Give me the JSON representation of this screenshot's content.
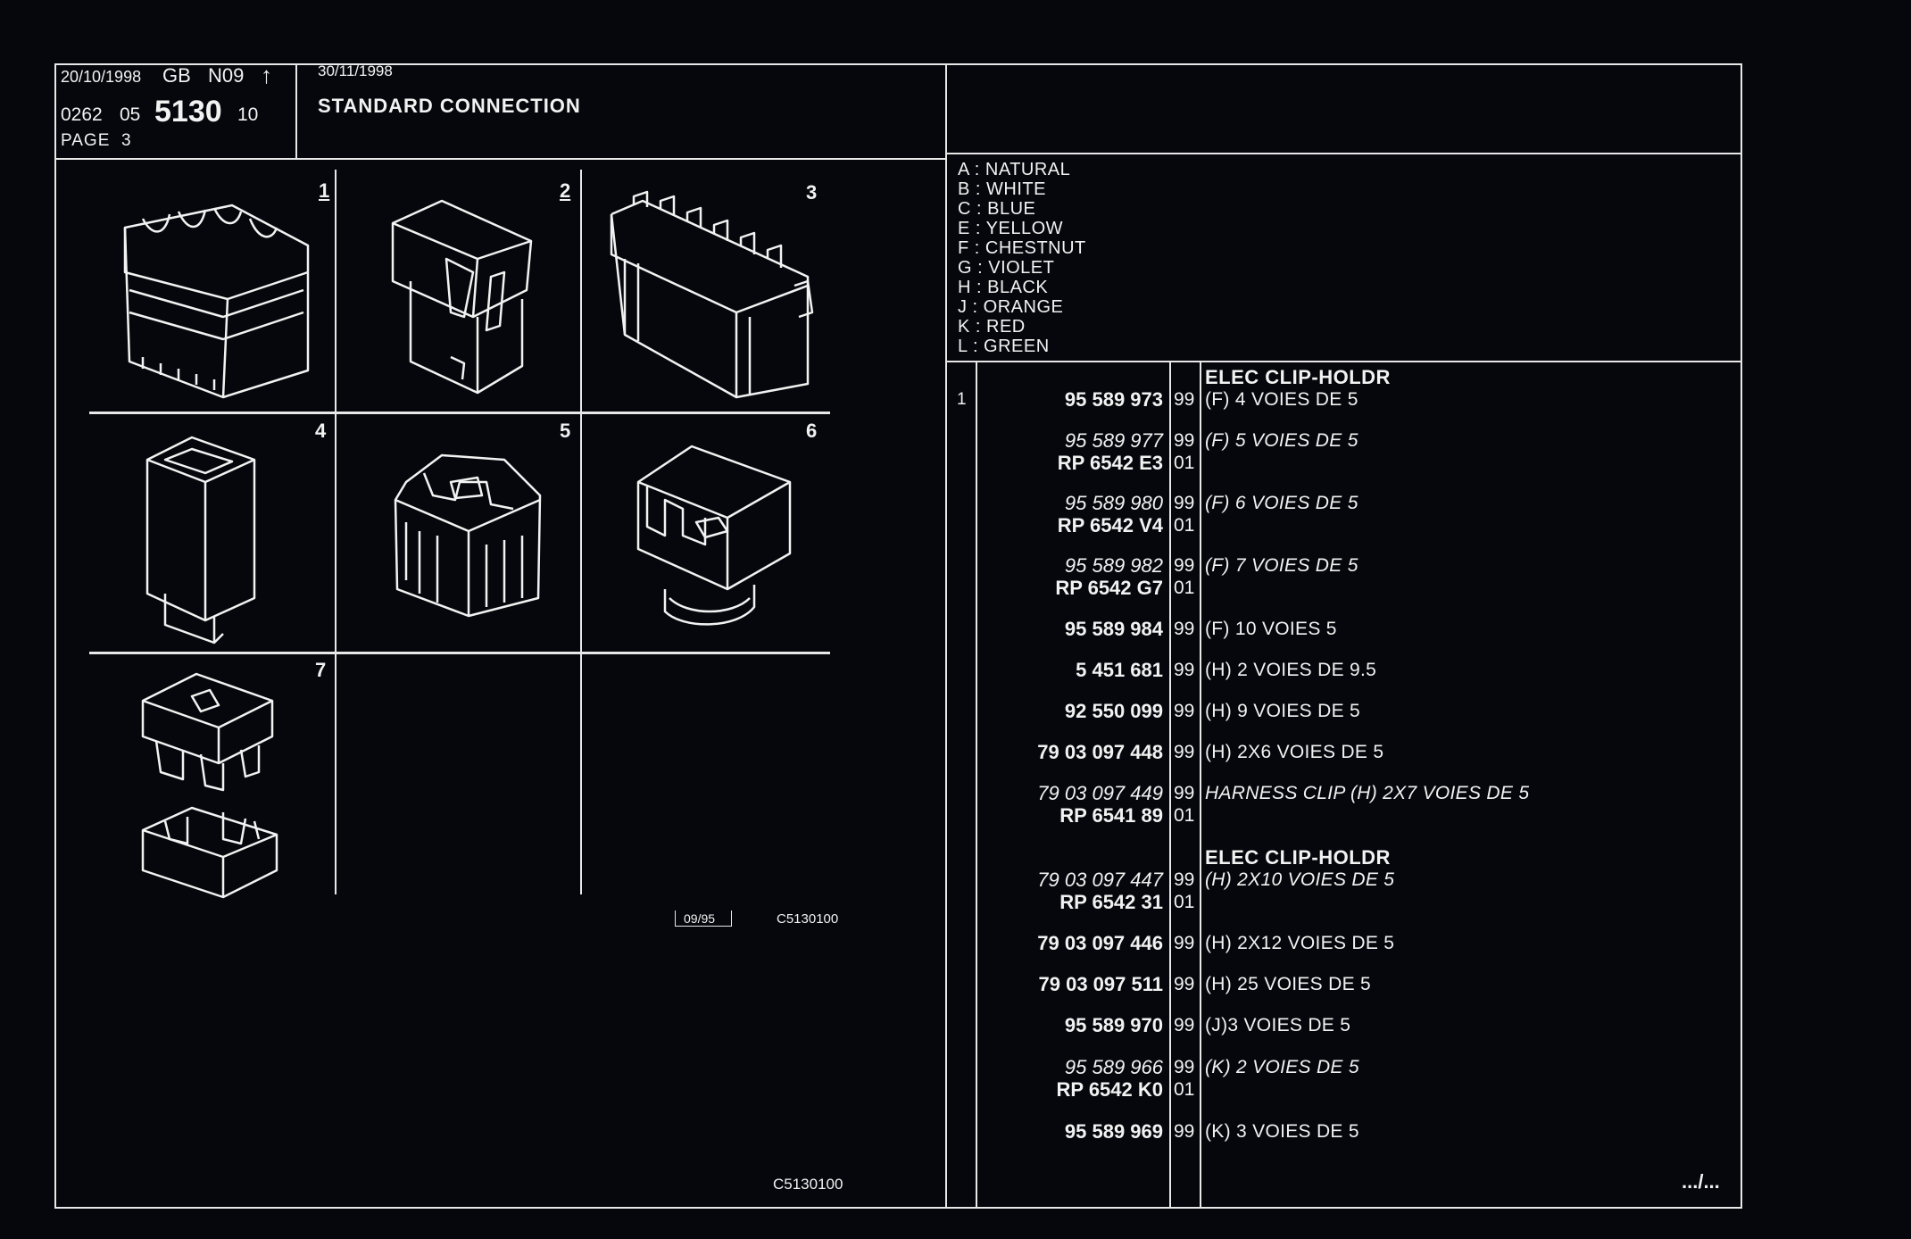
{
  "header": {
    "date1": "20/10/1998",
    "lang": "GB",
    "edition": "N09",
    "arrow": "arrow-up-icon",
    "code_prefix": "0262",
    "code_mid": "05",
    "code_main": "5130",
    "code_suffix": "10",
    "page": "PAGE",
    "page_no": "3",
    "date2": "30/11/1998",
    "title": "STANDARD CONNECTION"
  },
  "figures": {
    "numbers": [
      "1",
      "2",
      "3",
      "4",
      "5",
      "6",
      "7"
    ],
    "stamp": "09/95",
    "ref_top": "C5130100",
    "ref_bottom": "C5130100"
  },
  "legend": [
    {
      "key": "A",
      "color": "NATURAL"
    },
    {
      "key": "B",
      "color": "WHITE"
    },
    {
      "key": "C",
      "color": "BLUE"
    },
    {
      "key": "E",
      "color": "YELLOW"
    },
    {
      "key": "F",
      "color": "CHESTNUT"
    },
    {
      "key": "G",
      "color": "VIOLET"
    },
    {
      "key": "H",
      "color": "BLACK"
    },
    {
      "key": "J",
      "color": "ORANGE"
    },
    {
      "key": "K",
      "color": "RED"
    },
    {
      "key": "L",
      "color": "GREEN"
    }
  ],
  "legend_lines": [
    "A : NATURAL",
    "B : WHITE",
    "C : BLUE",
    "E : YELLOW",
    "F : CHESTNUT",
    "G : VIOLET",
    "H : BLACK",
    "J : ORANGE",
    "K : RED",
    "L : GREEN"
  ],
  "parts": {
    "heading1": "ELEC CLIP-HOLDR",
    "heading2": "ELEC CLIP-HOLDR",
    "item_no": "1",
    "rows": [
      {
        "no": "95 589 973",
        "qty": "99",
        "desc": "(F) 4 VOIES DE 5"
      },
      {
        "no": "95 589 977",
        "qty": "99",
        "desc": "(F) 5 VOIES DE 5",
        "rp": "RP 6542 E3",
        "rp_qty": "01"
      },
      {
        "no": "95 589 980",
        "qty": "99",
        "desc": "(F) 6 VOIES DE 5",
        "rp": "RP 6542 V4",
        "rp_qty": "01"
      },
      {
        "no": "95 589 982",
        "qty": "99",
        "desc": "(F) 7 VOIES DE 5",
        "rp": "RP 6542 G7",
        "rp_qty": "01"
      },
      {
        "no": "95 589 984",
        "qty": "99",
        "desc": "(F) 10 VOIES 5"
      },
      {
        "no": "5 451 681",
        "qty": "99",
        "desc": "(H) 2 VOIES DE 9.5"
      },
      {
        "no": "92 550 099",
        "qty": "99",
        "desc": "(H) 9 VOIES DE 5"
      },
      {
        "no": "79 03 097 448",
        "qty": "99",
        "desc": "(H) 2X6 VOIES DE 5"
      },
      {
        "no": "79 03 097 449",
        "qty": "99",
        "desc": "HARNESS CLIP (H) 2X7 VOIES DE 5",
        "rp": "RP 6541 89",
        "rp_qty": "01"
      },
      {
        "no": "79 03 097 447",
        "qty": "99",
        "desc": "(H) 2X10 VOIES DE 5",
        "rp": "RP 6542 31",
        "rp_qty": "01"
      },
      {
        "no": "79 03 097 446",
        "qty": "99",
        "desc": "(H) 2X12 VOIES DE 5"
      },
      {
        "no": "79 03 097 511",
        "qty": "99",
        "desc": "(H) 25 VOIES DE 5"
      },
      {
        "no": "95 589 970",
        "qty": "99",
        "desc": "(J)3 VOIES DE 5"
      },
      {
        "no": "95 589 966",
        "qty": "99",
        "desc": "(K) 2 VOIES DE 5",
        "rp": "RP 6542 K0",
        "rp_qty": "01"
      },
      {
        "no": "95 589 969",
        "qty": "99",
        "desc": "(K) 3 VOIES DE 5"
      }
    ],
    "continued": ".../..."
  }
}
